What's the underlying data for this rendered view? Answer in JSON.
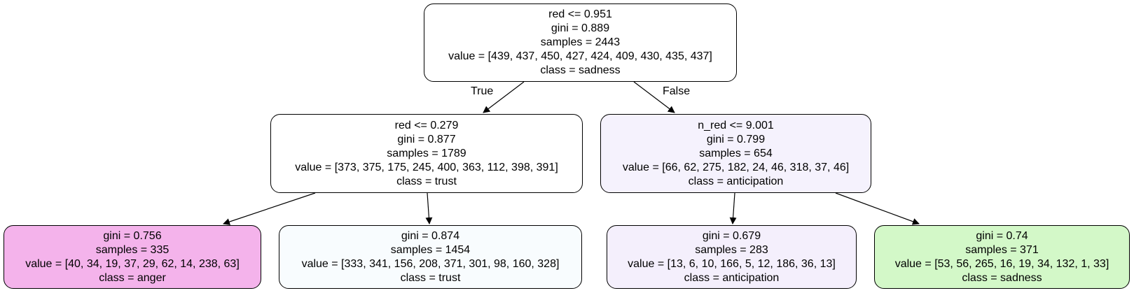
{
  "nodes": {
    "root": {
      "split": "red <= 0.951",
      "gini": "gini = 0.889",
      "samples": "samples = 2443",
      "value": "value = [439, 437, 450, 427, 424, 409, 430, 435, 437]",
      "class": "class = sadness",
      "fill": "#ffffff"
    },
    "left": {
      "split": "red <= 0.279",
      "gini": "gini = 0.877",
      "samples": "samples = 1789",
      "value": "value = [373, 375, 175, 245, 400, 363, 112, 398, 391]",
      "class": "class = trust",
      "fill": "#ffffff"
    },
    "right": {
      "split": "n_red <= 9.001",
      "gini": "gini = 0.799",
      "samples": "samples = 654",
      "value": "value = [66, 62, 275, 182, 24, 46, 318, 37, 46]",
      "class": "class = anticipation",
      "fill": "#f5f2fd"
    },
    "ll": {
      "gini": "gini = 0.756",
      "samples": "samples = 335",
      "value": "value = [40, 34, 19, 37, 29, 62, 14, 238, 63]",
      "class": "class = anger",
      "fill": "#f4b3eb"
    },
    "lr": {
      "gini": "gini = 0.874",
      "samples": "samples = 1454",
      "value": "value = [333, 341, 156, 208, 371, 301, 98, 160, 328]",
      "class": "class = trust",
      "fill": "#f8fcfe"
    },
    "rl": {
      "gini": "gini = 0.679",
      "samples": "samples = 283",
      "value": "value = [13, 6, 10, 166, 5, 12, 186, 36, 13]",
      "class": "class = anticipation",
      "fill": "#f4effc"
    },
    "rr": {
      "gini": "gini = 0.74",
      "samples": "samples = 371",
      "value": "value = [53, 56, 265, 16, 19, 34, 132, 1, 33]",
      "class": "class = sadness",
      "fill": "#d3f8c8"
    }
  },
  "edge_labels": {
    "true": "True",
    "false": "False"
  }
}
